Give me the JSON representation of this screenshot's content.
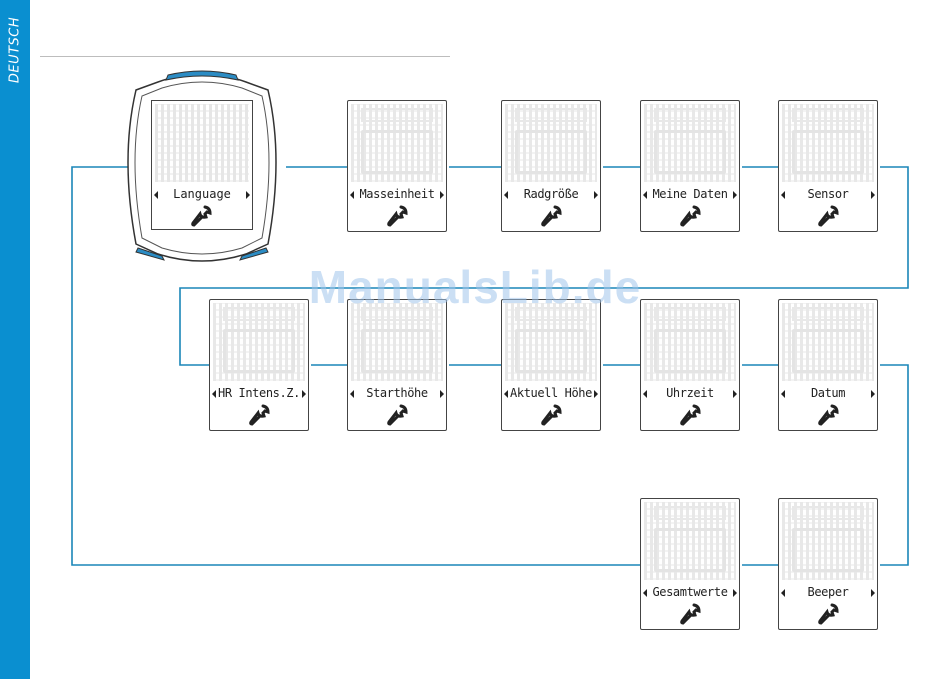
{
  "side_tab": {
    "label": "DEUTSCH",
    "color": "#0a8fd0"
  },
  "watermark": "ManualsLib.de",
  "colors": {
    "connector": "#1a86b8",
    "device_accent": "#2b8cc4",
    "outline": "#444444"
  },
  "device": {
    "label": "Language",
    "icon": "wrench-icon"
  },
  "menu_rows": [
    {
      "row": 1,
      "items": [
        {
          "label": "Masseinheit",
          "icon": "wrench-icon"
        },
        {
          "label": "Radgröße",
          "icon": "wrench-icon"
        },
        {
          "label": "Meine Daten",
          "icon": "wrench-icon"
        },
        {
          "label": "Sensor",
          "icon": "wrench-icon"
        }
      ]
    },
    {
      "row": 2,
      "items": [
        {
          "label": "HR Intens.Z.",
          "icon": "wrench-icon"
        },
        {
          "label": "Starthöhe",
          "icon": "wrench-icon"
        },
        {
          "label": "Aktuell Höhe",
          "icon": "wrench-icon"
        },
        {
          "label": "Uhrzeit",
          "icon": "wrench-icon"
        },
        {
          "label": "Datum",
          "icon": "wrench-icon"
        }
      ]
    },
    {
      "row": 3,
      "items": [
        {
          "label": "Gesamtwerte",
          "icon": "wrench-icon"
        },
        {
          "label": "Beeper",
          "icon": "wrench-icon"
        }
      ]
    }
  ]
}
